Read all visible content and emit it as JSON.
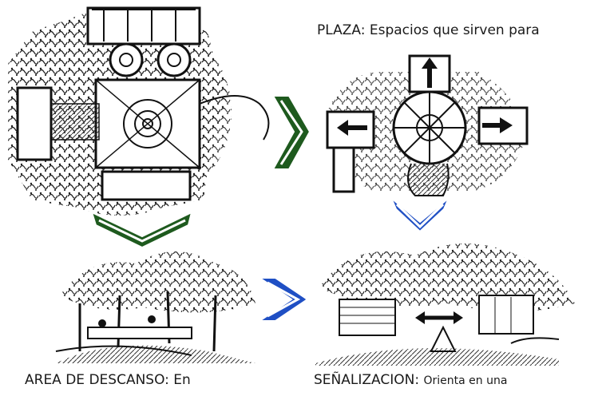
{
  "captions": {
    "plaza": "PLAZA: Espacios que sirven para",
    "descanso": "AREA DE DESCANSO: En",
    "senalizacion_title": "SEÑALIZACION:",
    "senalizacion_text": "Orienta en una"
  },
  "colors": {
    "green_arrow": "#1e5a1e",
    "blue_arrow": "#1f4fc4",
    "ink": "#1a1a1a"
  }
}
